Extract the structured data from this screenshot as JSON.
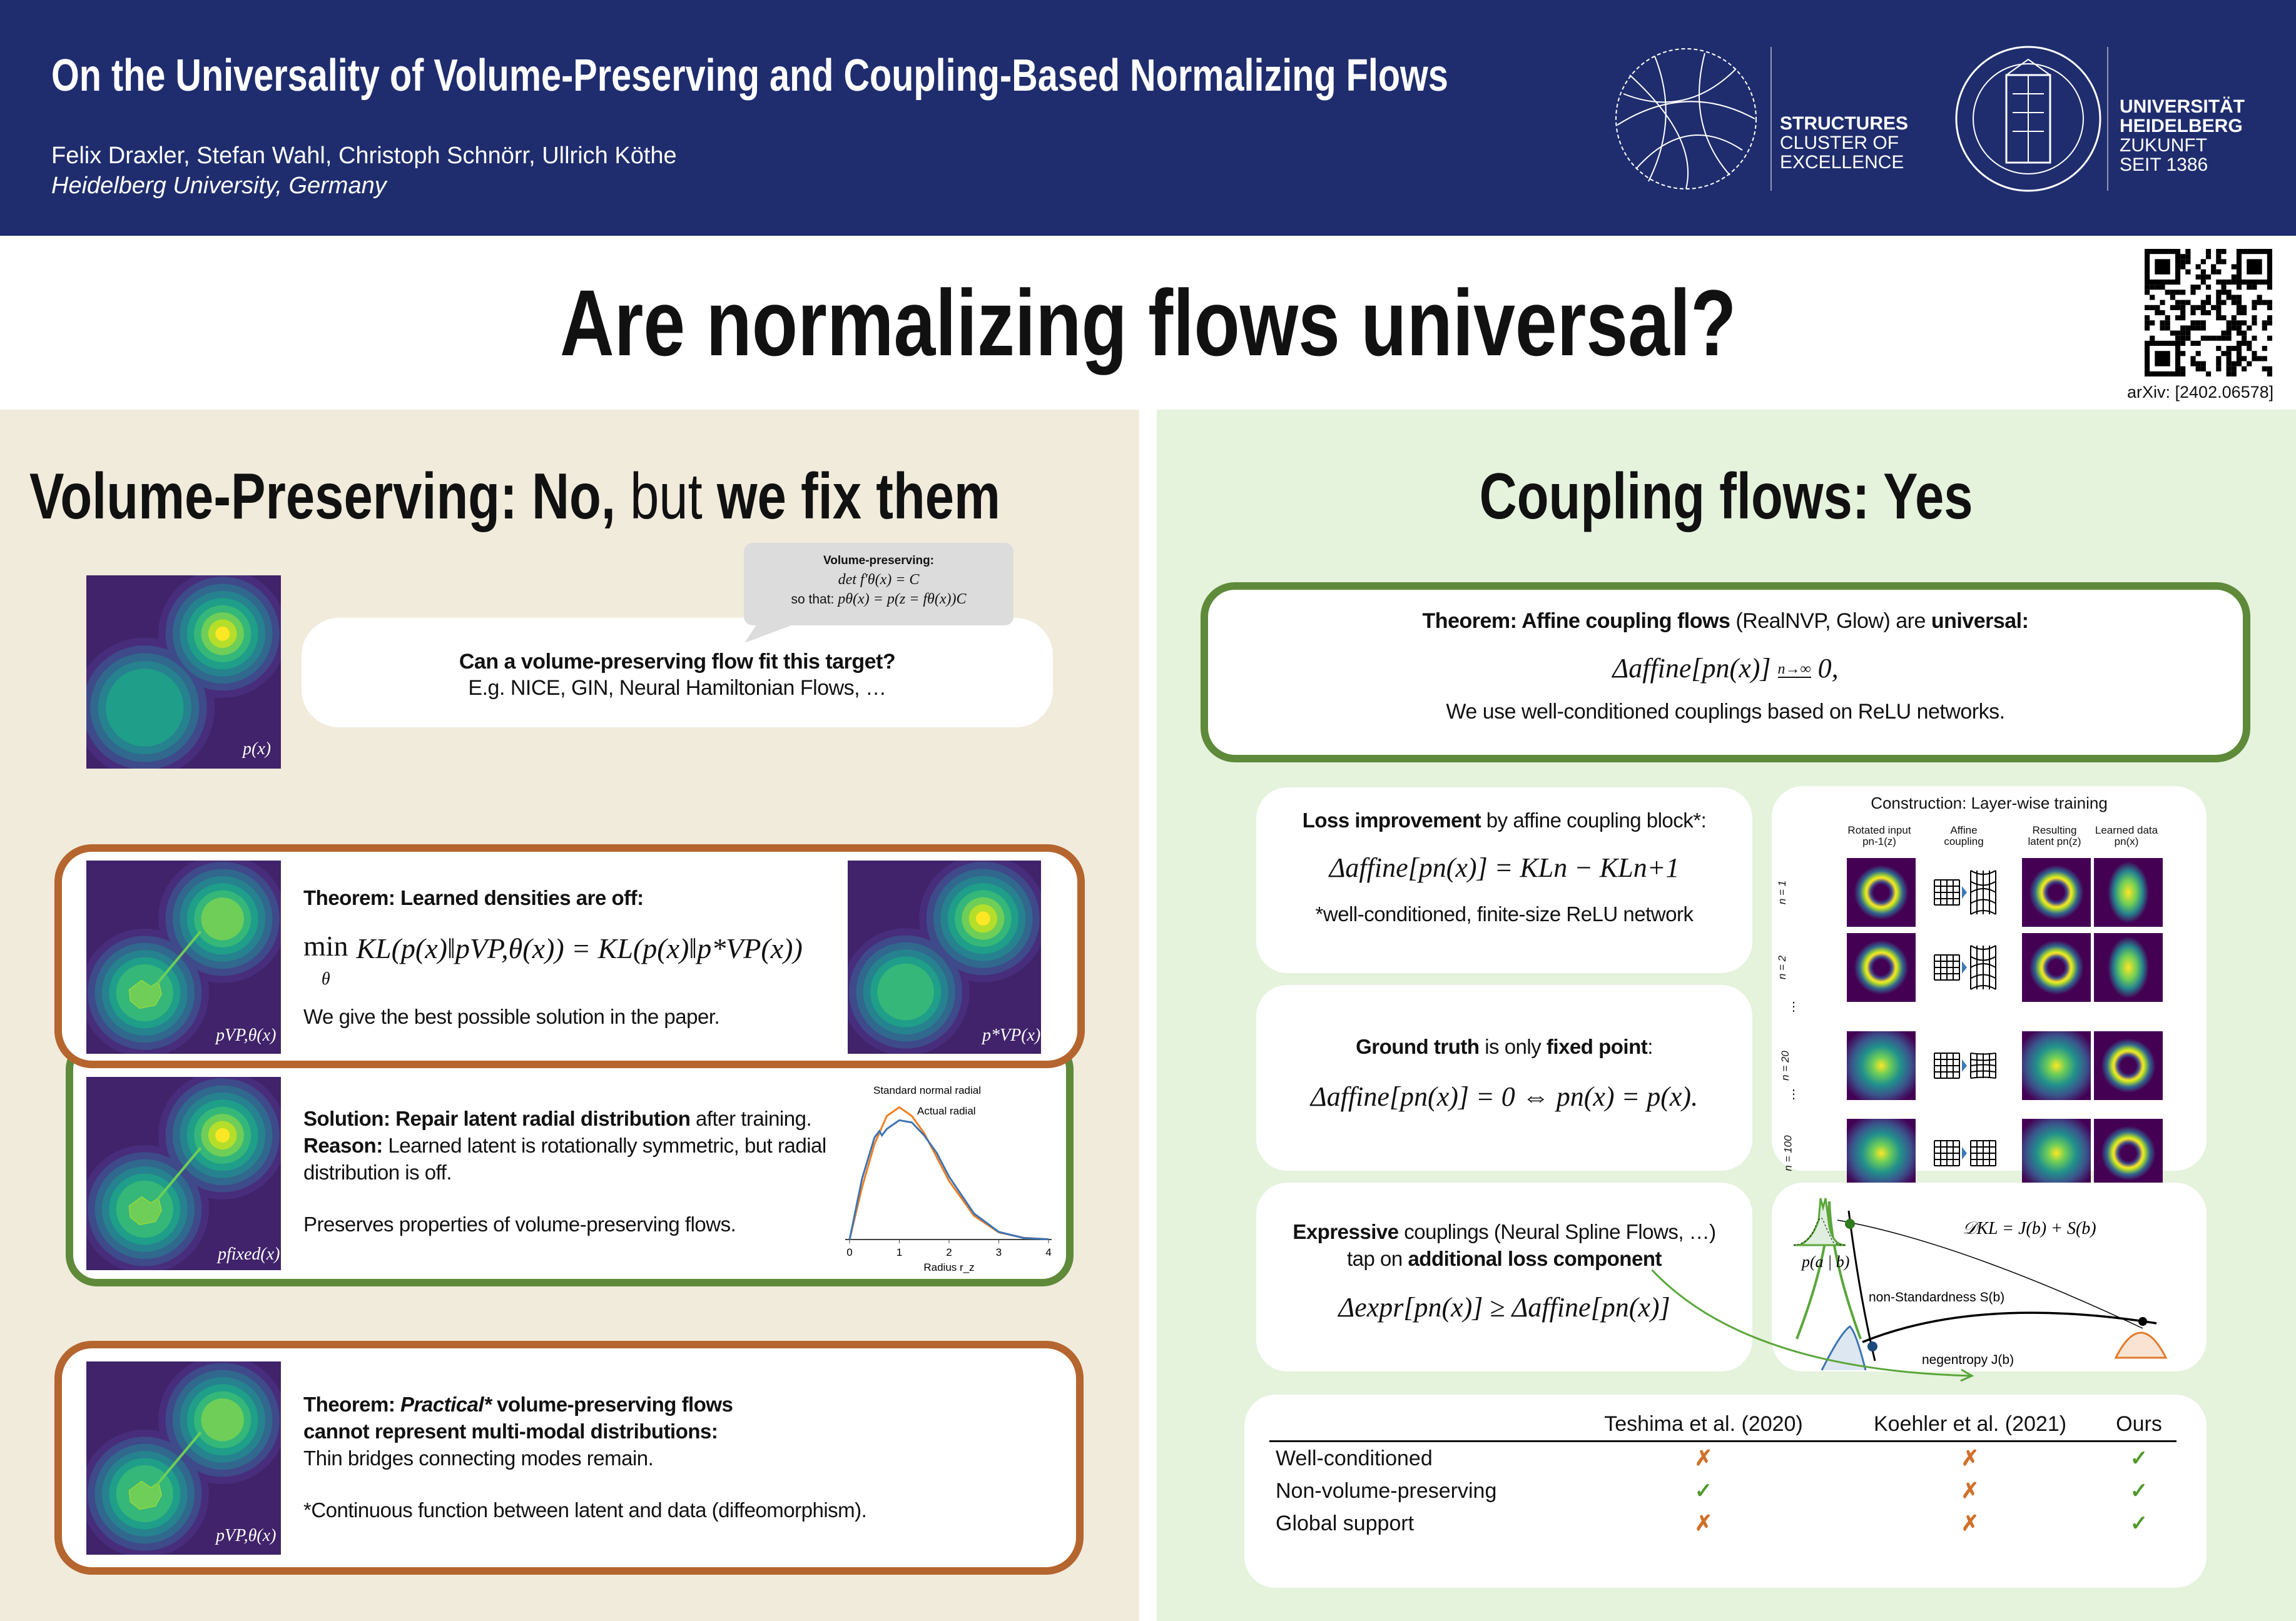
{
  "header": {
    "title": "On the Universality of Volume-Preserving and Coupling-Based Normalizing Flows",
    "authors": "Felix Draxler, Stefan Wahl, Christoph Schnörr, Ullrich Köthe",
    "affiliation": "Heidelberg University, Germany",
    "logo_structures": [
      "STRUCTURES",
      "CLUSTER OF",
      "EXCELLENCE"
    ],
    "logo_uni": [
      "UNIVERSITÄT",
      "HEIDELBERG",
      "ZUKUNFT",
      "SEIT 1386"
    ]
  },
  "main_title": "Are normalizing flows universal?",
  "arxiv": "arXiv: [2402.06578]",
  "left": {
    "heading": {
      "a": "Volume-Preserving: No,",
      "b": " but ",
      "c": "we fix them"
    },
    "callout": {
      "title": "Volume-preserving:",
      "eq1": "det f′θ(x) = C",
      "eq2_prefix": "so that: ",
      "eq2": "pθ(x) = p(z = fθ(x))C"
    },
    "question": {
      "title": "Can a volume-preserving flow fit this target?",
      "sub": "E.g. NICE, GIN, Neural Hamiltonian Flows, …"
    },
    "target_label": "p(x)",
    "theorem1": {
      "title": "Theorem: Learned densities are off:",
      "eq_min": "min",
      "eq_sub": "θ",
      "eq": "KL(p(x)‖pVP,θ(x)) = KL(p(x)‖p*VP(x))",
      "text": "We give the best possible solution in the paper.",
      "label_left": "pVP,θ(x)",
      "label_right": "p*VP(x)"
    },
    "solution": {
      "title_bold": "Solution: Repair latent radial distribution",
      "title_rest": " after training.",
      "reason_bold": "Reason:",
      "reason": " Learned latent is rotationally symmetric, but radial distribution is off.",
      "preserves": "Preserves properties of volume-preserving flows.",
      "label": "pfixed(x)"
    },
    "theorem2": {
      "title_a": "Theorem: ",
      "title_b": "Practical*",
      "title_c": " volume-preserving flows",
      "title_d": "cannot represent multi-modal distributions:",
      "text": "Thin bridges connecting modes remain.",
      "footnote": "*Continuous function between latent and data (diffeomorphism).",
      "label": "pVP,θ(x)"
    }
  },
  "chart_data": {
    "type": "line",
    "xlabel": "Radius r_z",
    "ylabel": "",
    "xlim": [
      0,
      4
    ],
    "xticks": [
      "0",
      "1",
      "2",
      "3",
      "4"
    ],
    "series": [
      {
        "name": "Standard normal radial",
        "color": "#f07f22",
        "x": [
          0,
          0.25,
          0.5,
          0.75,
          1,
          1.25,
          1.5,
          1.75,
          2,
          2.5,
          3,
          3.5,
          4
        ],
        "y": [
          0,
          0.24,
          0.44,
          0.57,
          0.61,
          0.57,
          0.49,
          0.38,
          0.27,
          0.11,
          0.033,
          0.008,
          0.001
        ]
      },
      {
        "name": "Actual radial",
        "color": "#3d74b3",
        "x": [
          0,
          0.25,
          0.5,
          0.6,
          0.65,
          0.75,
          1,
          1.25,
          1.5,
          1.75,
          2,
          2.5,
          3,
          3.5,
          4
        ],
        "y": [
          0,
          0.28,
          0.47,
          0.5,
          0.48,
          0.51,
          0.55,
          0.54,
          0.48,
          0.4,
          0.29,
          0.12,
          0.035,
          0.007,
          0.001
        ]
      }
    ]
  },
  "right": {
    "heading": "Coupling flows: Yes",
    "theorem": {
      "a": "Theorem: Affine coupling flows",
      "b": " (RealNVP, Glow) are ",
      "c": "universal:",
      "eq": "Δaffine[pn(x)]",
      "limit": "n→∞",
      "eq_end": "0,",
      "text": "We use well-conditioned couplings based on ReLU networks."
    },
    "loss": {
      "bold": "Loss improvement",
      "rest": " by affine coupling block*:",
      "eq": "Δaffine[pn(x)] = KLn − KLn+1",
      "note": "*well-conditioned, finite-size ReLU network"
    },
    "ground": {
      "bold1": "Ground truth",
      "mid": " is only ",
      "bold2": "fixed point",
      "end": ":",
      "eq": "Δaffine[pn(x)] = 0  ⇔  pn(x) = p(x)."
    },
    "expressive": {
      "bold": "Expressive",
      "rest": " couplings (Neural Spline Flows, …)",
      "line2a": "tap on ",
      "line2b": "additional loss component",
      "eq": "Δexpr[pn(x)] ≥ Δaffine[pn(x)]"
    },
    "construction": {
      "title": "Construction: Layer-wise training",
      "columns": [
        "Rotated input pn-1(z)",
        "Affine coupling",
        "Resulting latent pn(z)",
        "Learned data pn(x)"
      ],
      "rows": [
        "n = 1",
        "n = 2",
        "n = 20",
        "n = 100"
      ],
      "dots": "⋮"
    },
    "kl": {
      "eq": "𝒟KL = J(b) + S(b)",
      "cond": "p(a | b)",
      "nonstd": "non-Standardness S(b)",
      "negent": "negentropy J(b)"
    },
    "table": {
      "headers": [
        "",
        "Teshima et al. (2020)",
        "Koehler et al. (2021)",
        "Ours"
      ],
      "rows": [
        [
          "Well-conditioned",
          "✗",
          "✗",
          "✓"
        ],
        [
          "Non-volume-preserving",
          "✓",
          "✗",
          "✓"
        ],
        [
          "Global support",
          "✗",
          "✗",
          "✓"
        ]
      ]
    },
    "colors": {
      "cross": "#d0712a",
      "check": "#4f9a2a"
    }
  }
}
